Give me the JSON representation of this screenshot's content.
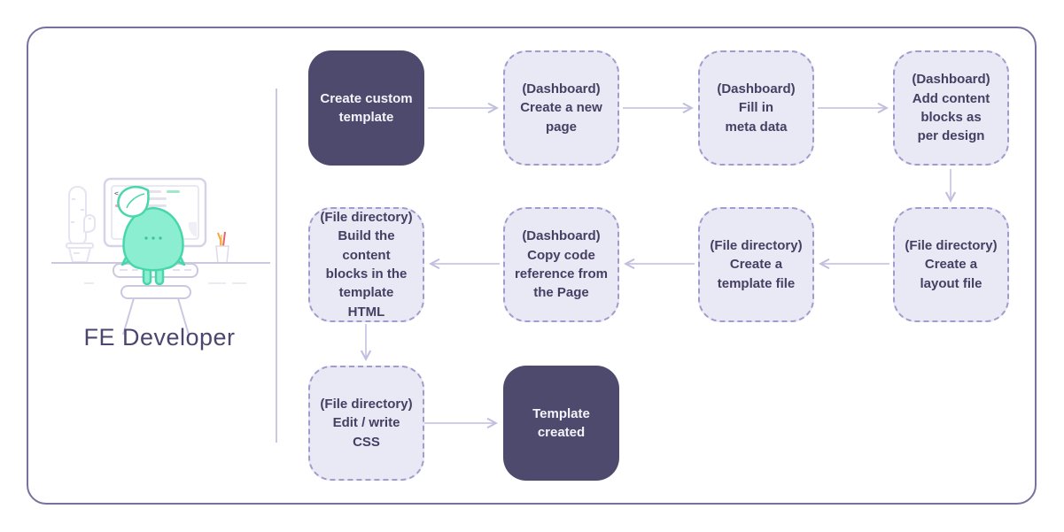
{
  "persona": {
    "label": "FE Developer"
  },
  "flow": {
    "nodes": [
      {
        "id": "start",
        "label": "Create custom\ntemplate",
        "variant": "solid"
      },
      {
        "id": "create-page",
        "label": "(Dashboard)\nCreate a new\npage",
        "variant": "dashed"
      },
      {
        "id": "fill-meta",
        "label": "(Dashboard)\nFill in\nmeta data",
        "variant": "dashed"
      },
      {
        "id": "add-blocks",
        "label": "(Dashboard)\nAdd content\nblocks as\nper design",
        "variant": "dashed"
      },
      {
        "id": "layout-file",
        "label": "(File directory)\nCreate a\nlayout file",
        "variant": "dashed"
      },
      {
        "id": "template-file",
        "label": "(File directory)\nCreate a\ntemplate file",
        "variant": "dashed"
      },
      {
        "id": "copy-code",
        "label": "(Dashboard)\nCopy code\nreference from\nthe Page",
        "variant": "dashed"
      },
      {
        "id": "build-blocks",
        "label": "(File directory)\nBuild the content\nblocks in the\ntemplate\nHTML",
        "variant": "dashed"
      },
      {
        "id": "edit-css",
        "label": "(File directory)\nEdit / write\nCSS",
        "variant": "dashed"
      },
      {
        "id": "done",
        "label": "Template\ncreated",
        "variant": "solid"
      }
    ]
  },
  "colors": {
    "solid_node_bg": "#4e4a6e",
    "solid_node_text": "#f4f3fa",
    "dashed_node_bg": "#e9e8f5",
    "dashed_node_border": "#a09ccd",
    "node_text": "#453f63",
    "arrow": "#c1bede",
    "outer_border": "#77719e",
    "divider": "#cbc8e0",
    "mascot_fill": "#8beed0",
    "mascot_stroke": "#47d7aa",
    "label_text": "#4c466e",
    "code_line_green": "#9fe9c9",
    "code_line_red": "#f4a6ad",
    "code_line_gray": "#e3e1ef"
  }
}
